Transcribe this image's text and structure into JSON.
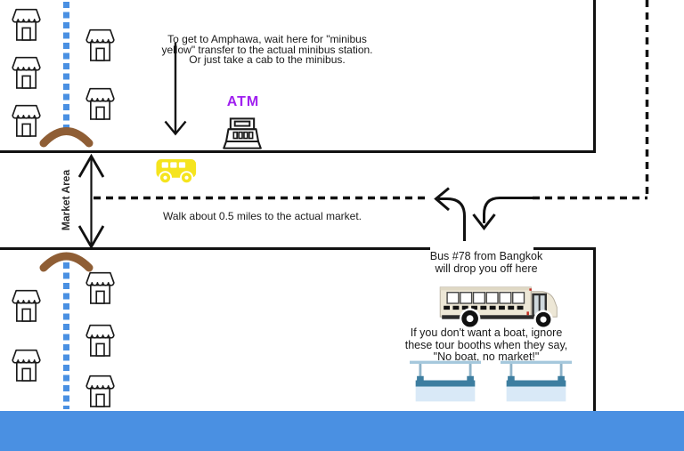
{
  "labels": {
    "atm": "ATM",
    "market_area": "Market Area"
  },
  "notes": {
    "minibus": {
      "line1": "To get to Amphawa, wait here for \"minibus",
      "line2": "yellow\" transfer to the actual minibus station.",
      "line3": "Or just take a cab to the minibus."
    },
    "walk": "Walk about 0.5 miles to the actual market.",
    "bus_drop": {
      "line1": "Bus #78 from Bangkok",
      "line2": "will drop you off here"
    },
    "boat": {
      "line1": "If you don't want a boat, ignore",
      "line2": "these tour booths when they say,",
      "line3": "\"No boat, no market!\""
    }
  },
  "icons": {
    "storefront": "storefront-icon",
    "minibus": "minibus-icon",
    "cash_register": "cash-register-icon",
    "school_bus": "school-bus-icon",
    "tour_booth": "tour-booth-icon",
    "bridge": "bridge-arc",
    "walking_path": "dashed-walking-path"
  },
  "colors": {
    "water_blue": "#4A90E2",
    "canal_dotted_blue": "#4A90E2",
    "bridge_brown": "#8F5E35",
    "minibus_yellow": "#F5E41E",
    "atm_purple": "#A020F0",
    "school_bus_cream": "#EDE7D6",
    "booth_counter_teal": "#3D7EA0",
    "booth_body_blue": "#D9E9F7",
    "line_black": "#111111"
  }
}
